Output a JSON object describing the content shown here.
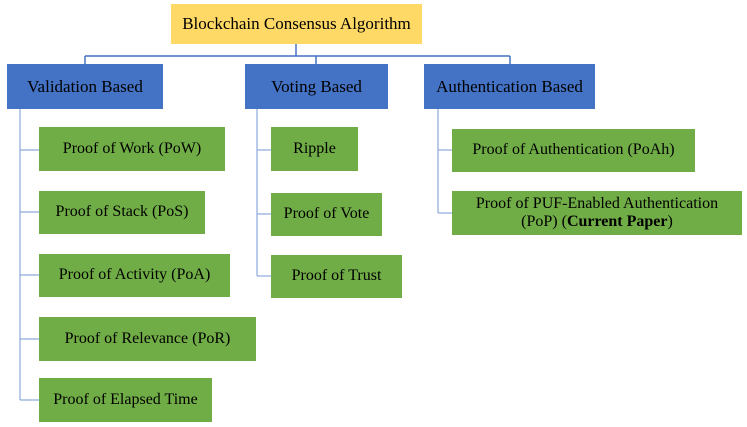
{
  "root": {
    "label": "Blockchain Consensus Algorithm"
  },
  "categories": [
    {
      "label": "Validation Based"
    },
    {
      "label": "Voting Based"
    },
    {
      "label": "Authentication Based"
    }
  ],
  "validation_items": [
    "Proof of Work (PoW)",
    "Proof of Stack (PoS)",
    "Proof of Activity (PoA)",
    "Proof of Relevance (PoR)",
    "Proof of Elapsed Time"
  ],
  "voting_items": [
    "Ripple",
    "Proof of Vote",
    "Proof of Trust"
  ],
  "authentication_items": {
    "item1": "Proof of Authentication (PoAh)",
    "item2_line1": "Proof of PUF-Enabled Authentication",
    "item2_line2_prefix": "(PoP) (",
    "item2_bold": "Current Paper",
    "item2_line2_suffix": ")"
  },
  "colors": {
    "root_fill": "#ffd966",
    "category_fill": "#4472c4",
    "leaf_fill": "#70ad47",
    "connector": "#4472c4",
    "bracket": "#8eaadb"
  }
}
